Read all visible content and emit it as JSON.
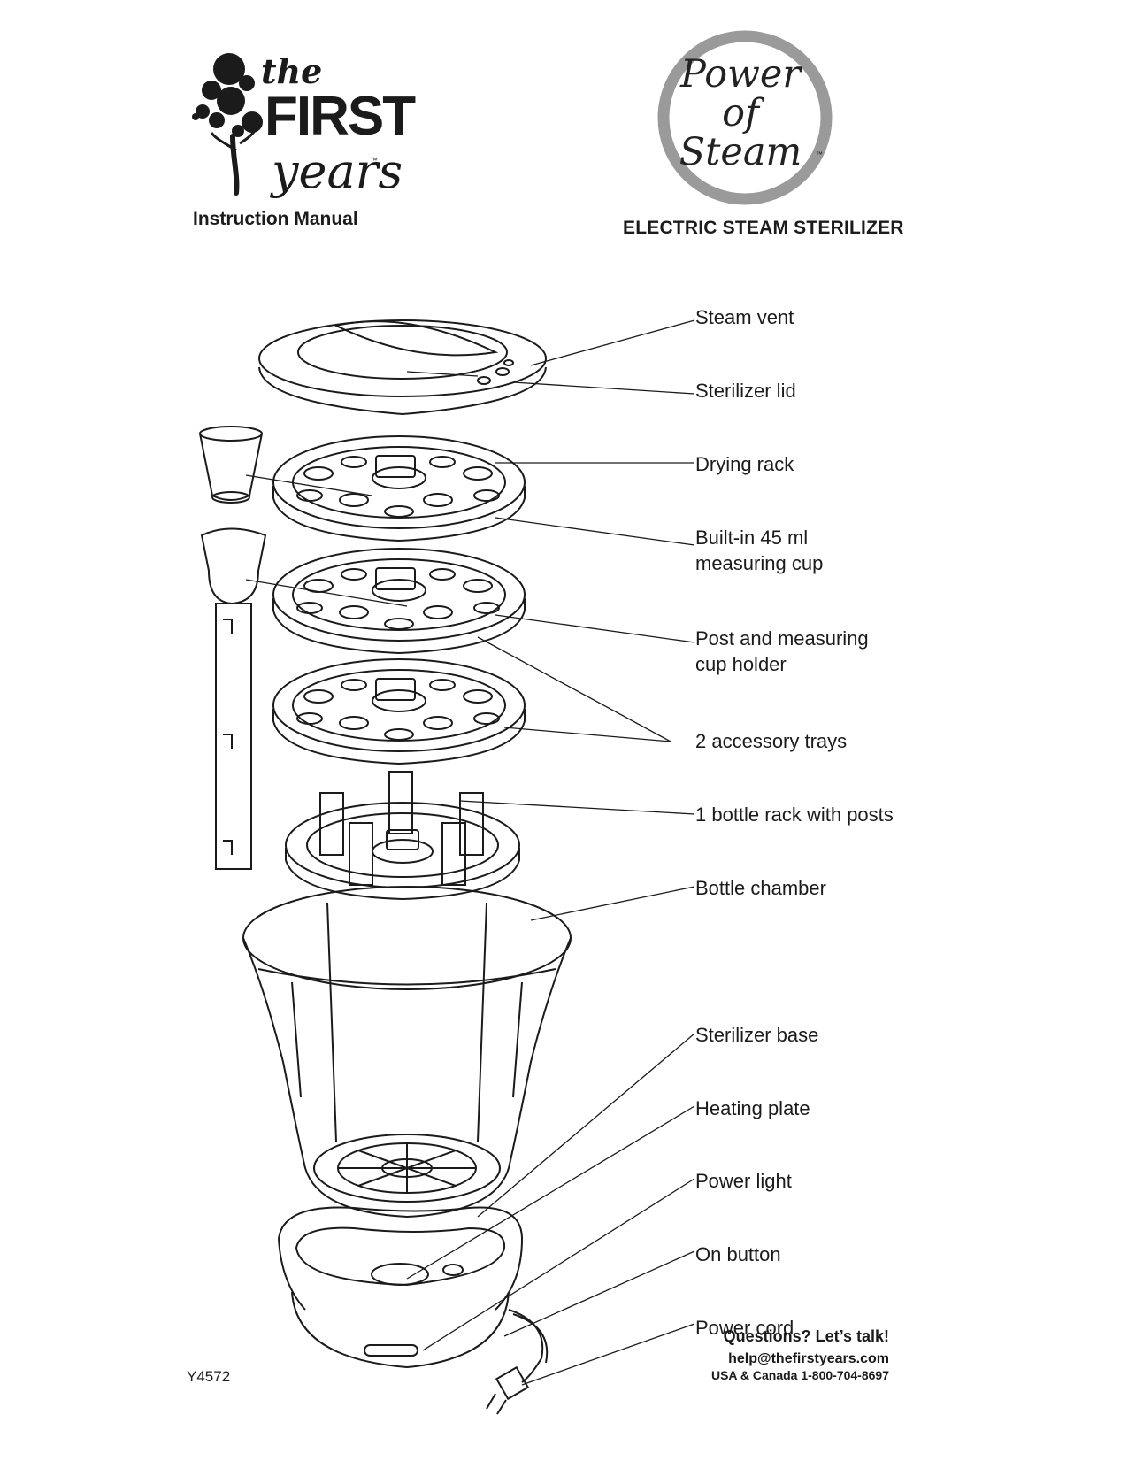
{
  "brand": {
    "logo_line1": "the",
    "logo_line2": "FIRST",
    "logo_line3": "years",
    "trademark": "™"
  },
  "document_type": "Instruction Manual",
  "seal": {
    "line1": "Power",
    "line2": "of",
    "line3": "Steam",
    "trademark": "™"
  },
  "product_name": "ELECTRIC STEAM STERILIZER",
  "parts": [
    {
      "lines": [
        "Steam vent"
      ]
    },
    {
      "lines": [
        "Sterilizer lid"
      ]
    },
    {
      "lines": [
        "Drying rack"
      ]
    },
    {
      "lines": [
        "Built-in 45 ml",
        "measuring cup"
      ]
    },
    {
      "lines": [
        "Post and measuring",
        "cup holder"
      ]
    },
    {
      "lines": [
        "2 accessory trays"
      ]
    },
    {
      "lines": [
        "1 bottle rack with posts"
      ]
    },
    {
      "lines": [
        "Bottle chamber"
      ]
    },
    {
      "lines": [
        "Sterilizer base"
      ]
    },
    {
      "lines": [
        "Heating plate"
      ]
    },
    {
      "lines": [
        "Power light"
      ]
    },
    {
      "lines": [
        "On button"
      ]
    },
    {
      "lines": [
        "Power cord"
      ]
    }
  ],
  "footer": {
    "question": "Questions? Let’s talk!",
    "email": "help@thefirstyears.com",
    "phone": "USA & Canada 1-800-704-8697",
    "model_number": "Y4572"
  }
}
